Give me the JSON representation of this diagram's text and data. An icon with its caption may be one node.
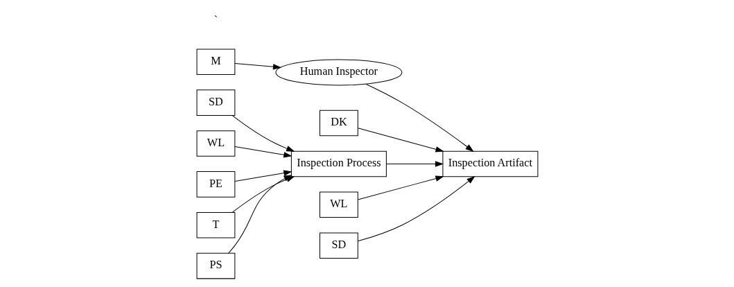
{
  "diagram": {
    "nodes": [
      {
        "text": [
          "M"
        ]
      },
      {
        "text": [
          "Human Inspector"
        ]
      },
      {
        "text": [
          "SD"
        ]
      },
      {
        "text": [
          "WL"
        ]
      },
      {
        "text": [
          "DK"
        ]
      },
      {
        "text": [
          "PE"
        ]
      },
      {
        "text": [
          "Inspection Process"
        ]
      },
      {
        "text": [
          "Inspection Artifact"
        ]
      },
      {
        "text": [
          "WL"
        ]
      },
      {
        "text": [
          "T"
        ]
      },
      {
        "text": [
          "PS"
        ]
      },
      {
        "text": [
          "SD"
        ]
      }
    ],
    "edges": [
      {
        "from": 0,
        "to": 1,
        "arrow": "to"
      },
      {
        "from": 1,
        "to": 7,
        "arrow": "to"
      },
      {
        "from": 2,
        "to": 6,
        "arrow": "to"
      },
      {
        "from": 3,
        "to": 6,
        "arrow": "to"
      },
      {
        "from": 5,
        "to": 6,
        "arrow": "to"
      },
      {
        "from": 9,
        "to": 6,
        "arrow": "to"
      },
      {
        "from": 10,
        "to": 6,
        "arrow": "to"
      },
      {
        "from": 6,
        "to": 7,
        "arrow": "to"
      },
      {
        "from": 4,
        "to": 7,
        "arrow": "to"
      },
      {
        "from": 8,
        "to": 7,
        "arrow": "to"
      },
      {
        "from": 11,
        "to": 7,
        "arrow": "to"
      }
    ],
    "labels": [
      "`"
    ]
  }
}
